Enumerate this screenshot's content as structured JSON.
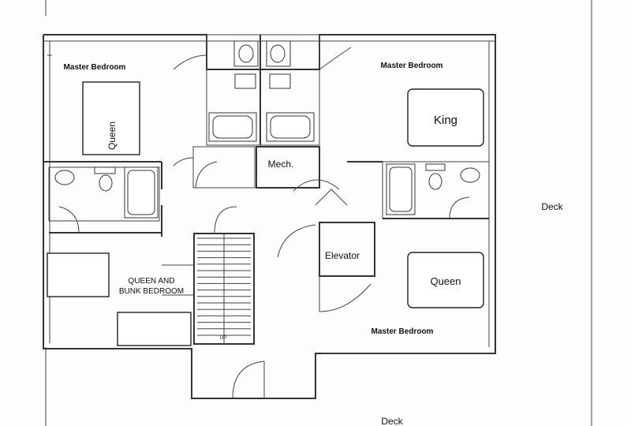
{
  "rooms": {
    "master_nw": "Master Bedroom",
    "master_ne": "Master Bedroom",
    "master_se": "Master Bedroom",
    "bunk_line1": "QUEEN AND",
    "bunk_line2": "BUNK BEDROOM",
    "mech": "Mech.",
    "elevator": "Elevator",
    "stairs_up": "UP"
  },
  "beds": {
    "nw_queen": "Queen",
    "ne_king": "King",
    "se_queen": "Queen"
  },
  "deck": {
    "east": "Deck",
    "south": "Deck"
  }
}
